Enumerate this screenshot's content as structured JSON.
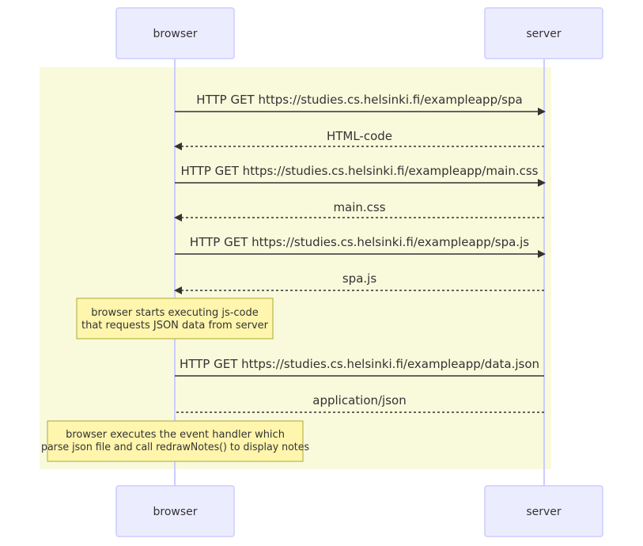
{
  "participants": {
    "browser": "browser",
    "server": "server"
  },
  "messages": [
    {
      "text": "HTTP GET https://studies.cs.helsinki.fi/exampleapp/spa",
      "style": "solid",
      "direction": "browser-to-server"
    },
    {
      "text": "HTML-code",
      "style": "dashed",
      "direction": "server-to-browser"
    },
    {
      "text": "HTTP GET https://studies.cs.helsinki.fi/exampleapp/main.css",
      "style": "solid",
      "direction": "browser-to-server"
    },
    {
      "text": "main.css",
      "style": "dashed",
      "direction": "server-to-browser"
    },
    {
      "text": "HTTP GET https://studies.cs.helsinki.fi/exampleapp/spa.js",
      "style": "solid",
      "direction": "browser-to-server"
    },
    {
      "text": "spa.js",
      "style": "dashed",
      "direction": "server-to-browser"
    },
    {
      "text": "HTTP GET https://studies.cs.helsinki.fi/exampleapp/data.json",
      "style": "solid",
      "direction": "browser-to-server"
    },
    {
      "text": "application/json",
      "style": "dashed",
      "direction": "server-to-browser"
    }
  ],
  "notes": [
    {
      "lines": [
        "browser starts executing js-code",
        "that requests JSON data from server"
      ]
    },
    {
      "lines": [
        "browser executes the event handler which",
        "parse json file and call redrawNotes() to display notes"
      ]
    }
  ],
  "colors": {
    "actor_fill": "#ECECFF",
    "actor_stroke": "#CCCCFF",
    "lifeline": "#CCCCFF",
    "region_fill": "#F9F9DC",
    "note_fill": "#FFF5AD",
    "note_stroke": "#AAAA33",
    "line": "#333333",
    "text": "#333333"
  }
}
